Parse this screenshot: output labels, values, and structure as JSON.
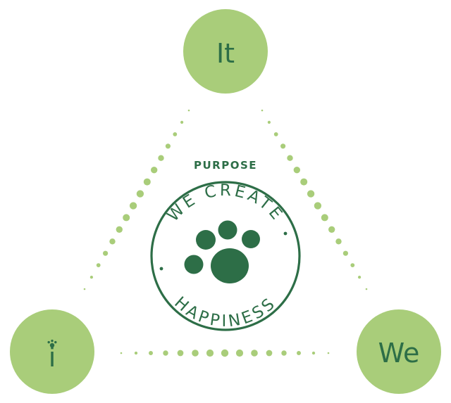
{
  "colors": {
    "node_fill": "#a9cd7a",
    "dot_fill": "#a9cd7a",
    "text_dark_green": "#2d6e47",
    "background": "#ffffff"
  },
  "nodes": {
    "top": {
      "label": "It"
    },
    "bottom_left": {
      "label": "i"
    },
    "bottom_right": {
      "label": "We"
    }
  },
  "center": {
    "heading": "PURPOSE",
    "seal": {
      "top_text": "WE CREATE",
      "bottom_text": "HAPPINESS",
      "icon": "paw-print-icon"
    }
  },
  "connectors": {
    "style": "dotted-graduated",
    "edges": [
      "top-to-bottom_left",
      "top-to-bottom_right",
      "bottom_left-to-bottom_right"
    ]
  }
}
